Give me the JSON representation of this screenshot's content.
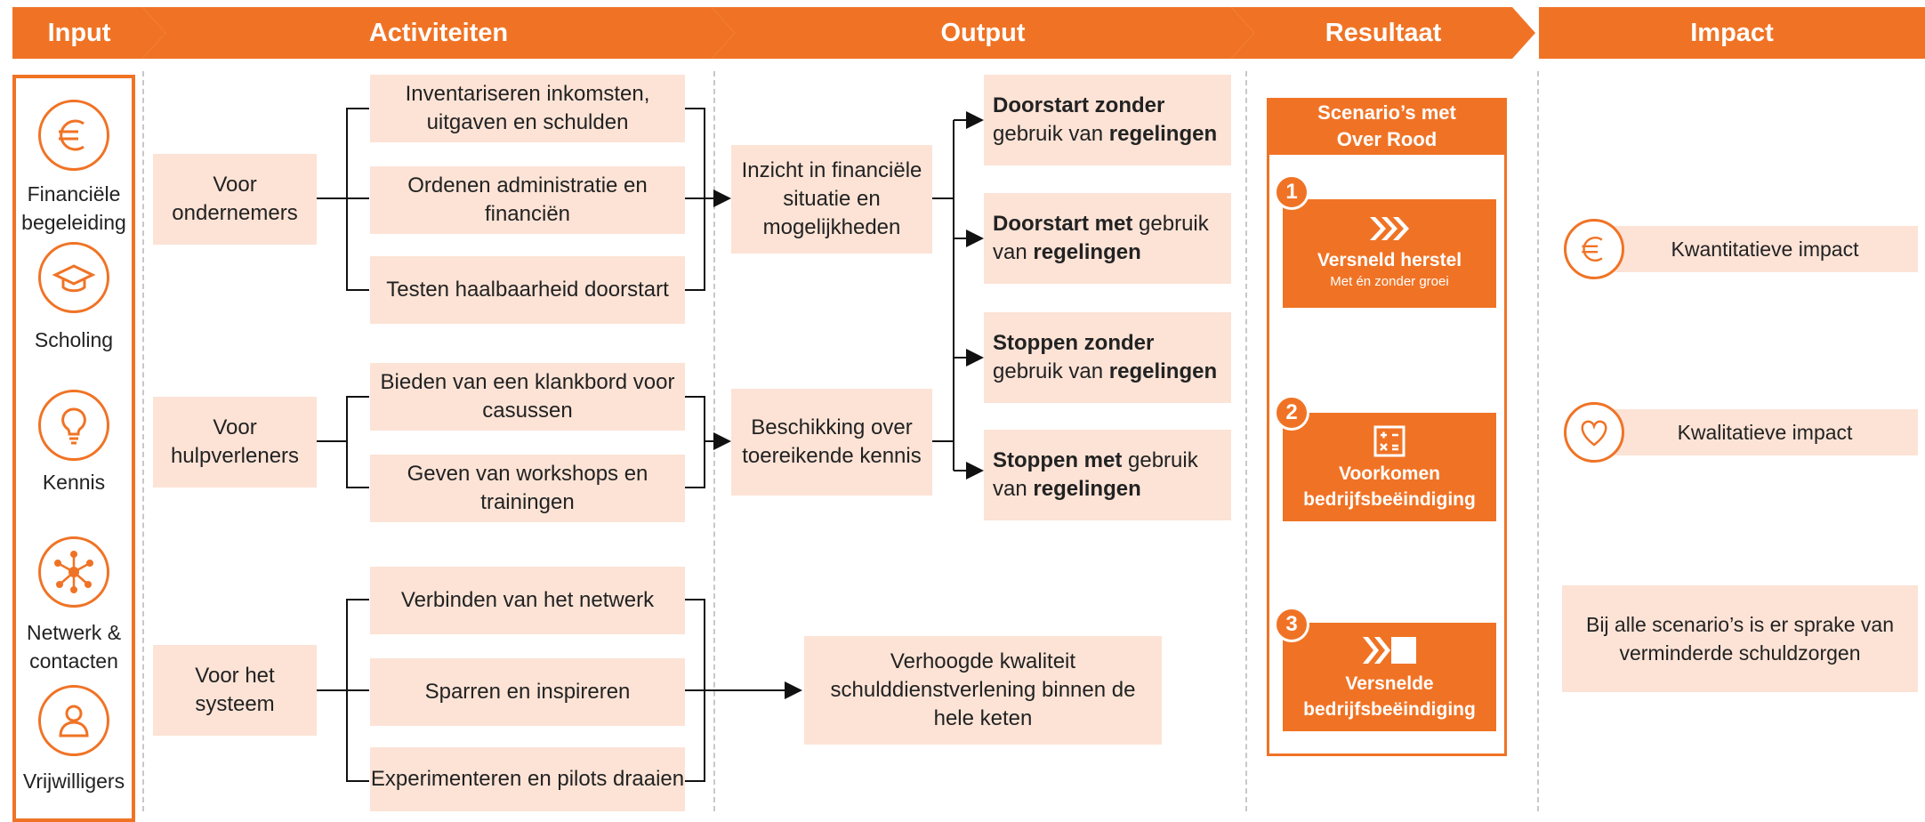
{
  "colors": {
    "accent": "#f07325",
    "box_fill": "#fce3d6"
  },
  "headers": {
    "input": "Input",
    "activiteiten": "Activiteiten",
    "output": "Output",
    "resultaat": "Resultaat",
    "impact": "Impact"
  },
  "inputs": [
    {
      "label": "Financiële begeleiding",
      "icon": "euro-icon"
    },
    {
      "label": "Scholing",
      "icon": "graduation-cap-icon"
    },
    {
      "label": "Kennis",
      "icon": "lightbulb-icon"
    },
    {
      "label": "Netwerk & contacten",
      "icon": "network-icon"
    },
    {
      "label": "Vrijwilligers",
      "icon": "person-icon"
    }
  ],
  "targets": [
    {
      "label": "Voor ondernemers"
    },
    {
      "label": "Voor hulpverleners"
    },
    {
      "label": "Voor het systeem"
    }
  ],
  "activities": [
    "Inventariseren inkomsten, uitgaven en schulden",
    "Ordenen administratie en financiën",
    "Testen haalbaarheid doorstart",
    "Bieden van een klankbord voor casussen",
    "Geven van workshops en trainingen",
    "Verbinden van het netwerk",
    "Sparren en inspireren",
    "Experimenteren en pilots draaien"
  ],
  "outputs": [
    "Inzicht in financiële situatie en mogelijkheden",
    "Beschikking over toereikende kennis",
    "Verhoogde kwaliteit schulddienstverlening binnen de hele keten"
  ],
  "scenarios": [
    {
      "bold1": "Doorstart zonder",
      "plain1": "",
      "line2_plain": "gebruik van ",
      "line2_bold": "regelingen"
    },
    {
      "bold1": "Doorstart met",
      "plain1": " gebruik",
      "line2_plain": "van ",
      "line2_bold": "regelingen"
    },
    {
      "bold1": "Stoppen zonder",
      "plain1": "",
      "line2_plain": "gebruik van ",
      "line2_bold": "regelingen"
    },
    {
      "bold1": "Stoppen met",
      "plain1": " gebruik",
      "line2_plain": "van ",
      "line2_bold": "regelingen"
    }
  ],
  "resultaat": {
    "title": "Scenario’s met Over Rood",
    "cards": [
      {
        "num": "1",
        "icon": "fast-forward-icon",
        "title": "Versneld herstel",
        "sub": "Met én zonder groei"
      },
      {
        "num": "2",
        "icon": "calculator-icon",
        "title": "Voorkomen bedrijfsbeëindiging",
        "sub": ""
      },
      {
        "num": "3",
        "icon": "forward-stop-icon",
        "title": "Versnelde bedrijfsbeëindiging",
        "sub": ""
      }
    ]
  },
  "impact": {
    "items": [
      {
        "label": "Kwantitatieve impact",
        "icon": "euro-icon"
      },
      {
        "label": "Kwalitatieve impact",
        "icon": "heart-icon"
      }
    ],
    "note": "Bij alle scenario’s is er sprake van verminderde schuldzorgen"
  }
}
